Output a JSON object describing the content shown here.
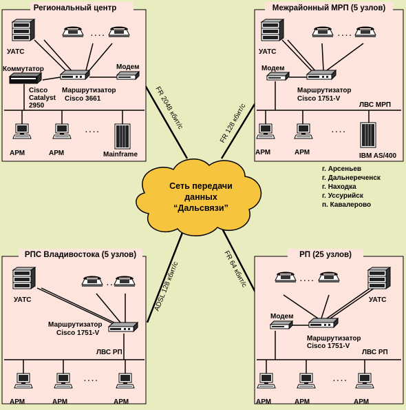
{
  "regional": {
    "title": "Региональный центр",
    "pbx": "УАТС",
    "switch": "Коммутатор",
    "switch_model": [
      "Cisco",
      "Catalyst",
      "2950"
    ],
    "router": "Маршрутизатор",
    "router_model": "Cisco 3661",
    "modem": "Модем",
    "arm1": "АРМ",
    "arm2": "АРМ",
    "mainframe": "Mainframe"
  },
  "interregional": {
    "title": "Межрайонный МРП (5 узлов)",
    "pbx": "УАТС",
    "modem": "Модем",
    "router": "Маршрутизатор",
    "router_model": "Cisco 1751-V",
    "lan": "ЛВС МРП",
    "arm1": "АРМ",
    "arm2": "АРМ",
    "server": "IBM AS/400"
  },
  "cities": [
    "г. Арсеньев",
    "г. Дальнереченск",
    "г. Находка",
    "г. Уссурийск",
    "п. Кавалерово"
  ],
  "cloud": {
    "line1": "Сеть передачи",
    "line2": "данных",
    "line3": "“Дальсвязи”"
  },
  "vladivostok": {
    "title": "РПС Владивостока (5 узлов)",
    "pbx": "УАТС",
    "router": "Маршрутизатор",
    "router_model": "Cisco 1751-V",
    "lan": "ЛВС РП",
    "arm1": "АРМ",
    "arm2": "АРМ",
    "arm3": "АРМ"
  },
  "rp": {
    "title": "РП (25 узлов)",
    "pbx": "УАТС",
    "modem": "Модем",
    "router": "Маршрутизатор",
    "router_model": "Cisco 1751-V",
    "lan": "ЛВС РП",
    "arm1": "АРМ",
    "arm2": "АРМ",
    "arm3": "АРМ"
  },
  "links": {
    "regional": "FR 2048 кбит/с",
    "interregional": "FR 128 кбит/с",
    "vladivostok": "ADSL 128 кбит/с",
    "rp": "FR 64 кбит/с"
  },
  "colors": {
    "background": "#e9ecbf",
    "panel": "#fde4dc",
    "cloud": "#f7c43e"
  }
}
